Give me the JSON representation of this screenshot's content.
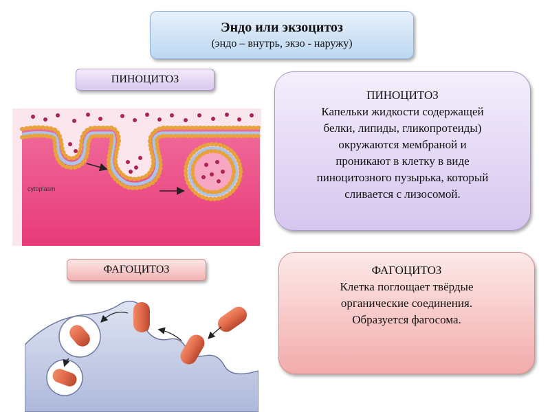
{
  "title": {
    "main": "Эндо или экзоцитоз",
    "sub": "(эндо – внутрь, экзо - наружу)"
  },
  "pinocytosis": {
    "tag": "ПИНОЦИТОЗ",
    "desc_lines": [
      "ПИНОЦИТОЗ",
      "Капельки жидкости содержащей",
      "белки, липиды, гликопротеиды)",
      "окружаются мембраной и",
      "проникают в клетку в виде",
      "пиноцитозного  пузырька, который",
      "сливается с лизосомой."
    ],
    "figure_label": "cytoplasm"
  },
  "phagocytosis": {
    "tag": "ФАГОЦИТОЗ",
    "desc_lines": [
      "ФАГОЦИТОЗ",
      "Клетка поглощает твёрдые",
      "органические соединения.",
      "Образуется фагосома."
    ]
  },
  "colors": {
    "cytoplasm": "#e8407a",
    "droplet": "#b0234e",
    "bead": "#e8a23c",
    "cell": "#c5cde6",
    "bacterium": "#e0694a"
  }
}
